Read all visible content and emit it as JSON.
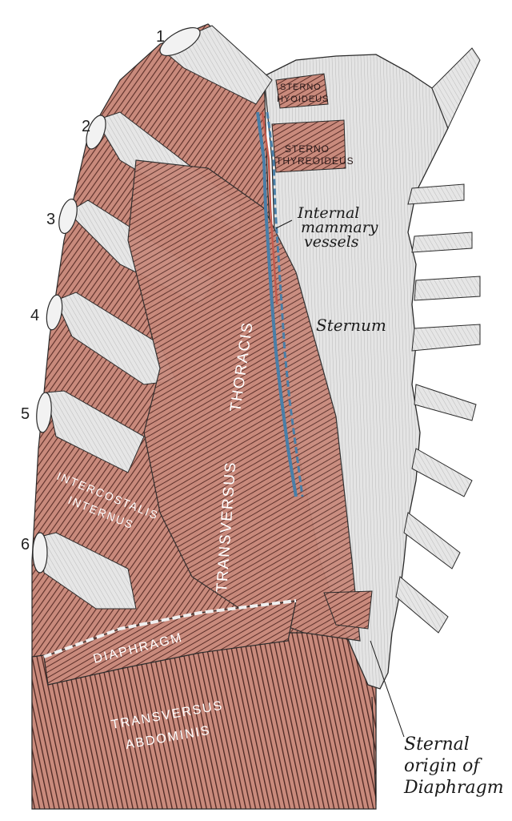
{
  "colors": {
    "muscle": "#c98a7c",
    "muscle_dark": "#6b3a33",
    "muscle_shadow": "#3b1d19",
    "bone": "#dcdcdc",
    "bone_line": "#9a9a9a",
    "cartilage": "#ececec",
    "vessel_blue": "#4a7fa8",
    "vessel_red": "#c45b4e",
    "outline": "#2a2a2a",
    "label_light": "#ffffff",
    "label_dark": "#1a1a1a"
  },
  "rib_numbers": [
    "1",
    "2",
    "3",
    "4",
    "5",
    "6"
  ],
  "labels": {
    "sternohyoideus_line1": "STERNO",
    "sternohyoideus_line2": "HYOIDEUS",
    "sternothyreoideus_line1": "STERNO",
    "sternothyreoideus_line2": "THYREOIDEUS",
    "internal_mammary_line1": "Internal",
    "internal_mammary_line2": "mammary",
    "internal_mammary_line3": "vessels",
    "sternum": "Sternum",
    "transversus_thoracis_1": "TRANSVERSUS",
    "transversus_thoracis_2": "THORACIS",
    "intercostalis_1": "INTERCOSTALIS",
    "intercostalis_2": "INTERNUS",
    "diaphragm": "DIAPHRAGM",
    "transversus_abdominis_1": "TRANSVERSUS",
    "transversus_abdominis_2": "ABDOMINIS",
    "sternal_origin_1": "Sternal",
    "sternal_origin_2": "origin of",
    "sternal_origin_3": "Diaphragm"
  }
}
